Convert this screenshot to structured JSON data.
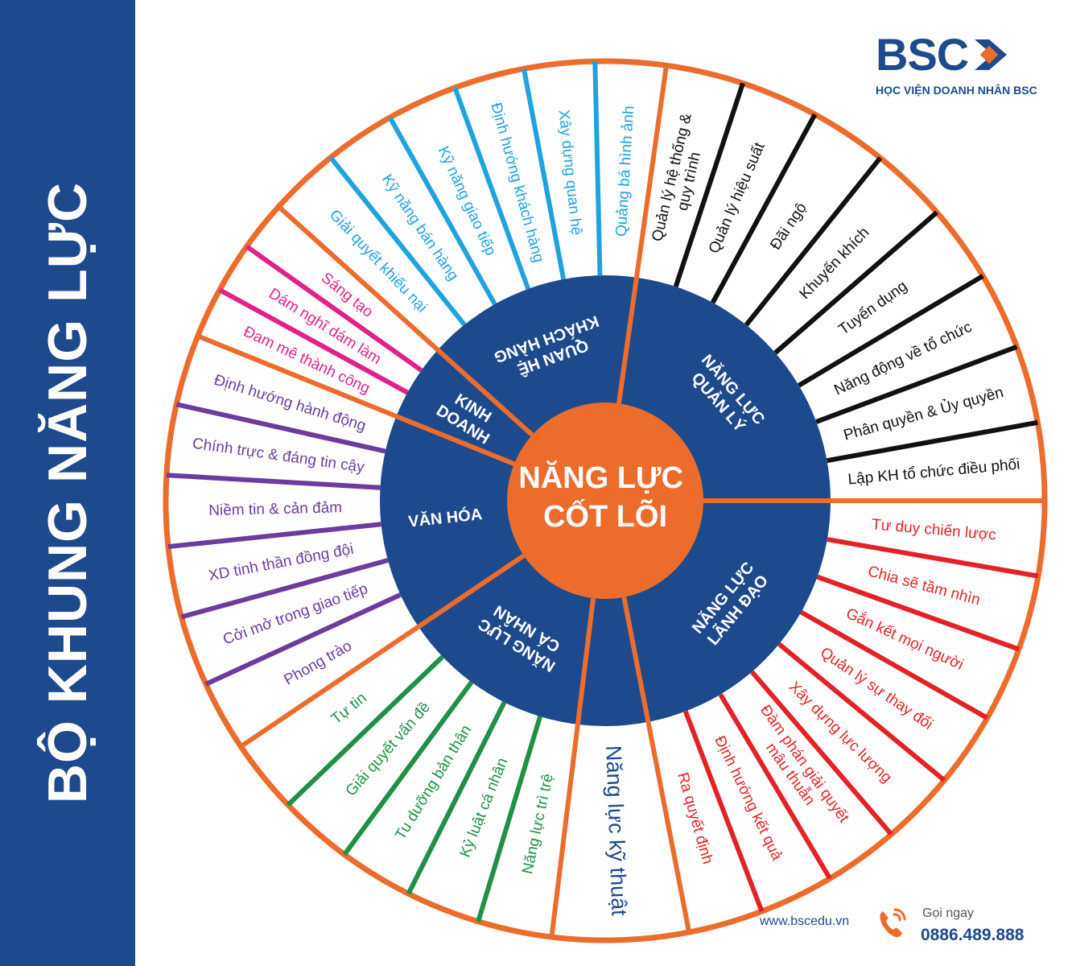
{
  "sidebar": {
    "title": "BỘ KHUNG NĂNG LỰC"
  },
  "logo": {
    "mark": "BSC",
    "subtitle": "HỌC VIỆN DOANH NHÂN BSC"
  },
  "center": {
    "lines": [
      "NĂNG LỰC",
      "CỐT LÕI"
    ]
  },
  "colors": {
    "navy": "#1c4a8c",
    "orange": "#ec6c2c",
    "blue_text": "#1fa3de",
    "black_text": "#111111",
    "red_text": "#e32227",
    "green_text": "#1f9146",
    "purple_text": "#6c3b9e",
    "pink_text": "#e0218a"
  },
  "categories": [
    {
      "id": "quan-he-khach-hang",
      "label": [
        "QUAN HỆ",
        "KHÁCH HÀNG"
      ],
      "color": "#1fa3de",
      "items": [
        "Giải quyết khiếu nại",
        "Kỹ năng bán hàng",
        "Kỹ năng giao tiếp",
        "Định hướng khách hàng",
        "Xây dựng quan hệ",
        "Quảng bá hình ảnh"
      ]
    },
    {
      "id": "nang-luc-quan-ly",
      "label": [
        "NĂNG LỰC",
        "QUẢN LÝ"
      ],
      "color": "#111111",
      "items": [
        [
          "Quản lý hệ thống &",
          "quy trình"
        ],
        "Quản lý hiệu suất",
        "Đãi ngộ",
        "Khuyến khích",
        "Tuyển dụng",
        "Năng động về tổ chức",
        "Phân quyền & Ủy quyền",
        "Lập KH tổ chức điều phối"
      ]
    },
    {
      "id": "nang-luc-lanh-dao",
      "label": [
        "NĂNG LỰC",
        "LÃNH ĐẠO"
      ],
      "color": "#e32227",
      "items": [
        "Tư duy chiến lược",
        "Chia sẽ tầm nhìn",
        "Gắn kết mọi người",
        "Quản lý sự thay đổi",
        "Xây dựng lực lượng",
        [
          "Đàm phán giải quyết",
          "mâu thuẫn"
        ],
        "Định hướng kết quả",
        "Ra quyết định"
      ]
    },
    {
      "id": "nang-luc-ky-thuat",
      "label": [],
      "color": "#1c4a8c",
      "items": [
        "Năng lực kỹ thuật"
      ]
    },
    {
      "id": "nang-luc-ca-nhan",
      "label": [
        "NĂNG LỰC",
        "CÁ NHÂN"
      ],
      "color": "#1f9146",
      "items": [
        "Năng lực trì trệ",
        "Kỷ luật cá nhân",
        "Tu dưỡng bản thân",
        "Giải quyết vấn đề",
        "Tự tin"
      ]
    },
    {
      "id": "van-hoa",
      "label": [
        "VĂN HÓA"
      ],
      "color": "#6c3b9e",
      "items": [
        "Phong trào",
        "Cởi mở trong giao tiếp",
        "XD tinh thần đồng đội",
        "Niềm tin & cản đảm",
        "Chính trực & đáng tin cậy",
        "Định hướng hành động"
      ]
    },
    {
      "id": "kinh-doanh",
      "label": [
        "KINH",
        "DOANH"
      ],
      "color": "#e0218a",
      "items": [
        "Đam mê thành công",
        "Dám nghĩ dám làm",
        "Sáng tạo"
      ]
    }
  ],
  "footer": {
    "website": "www.bscedu.vn",
    "call_label": "Gọi ngay",
    "phone": "0886.489.888"
  }
}
